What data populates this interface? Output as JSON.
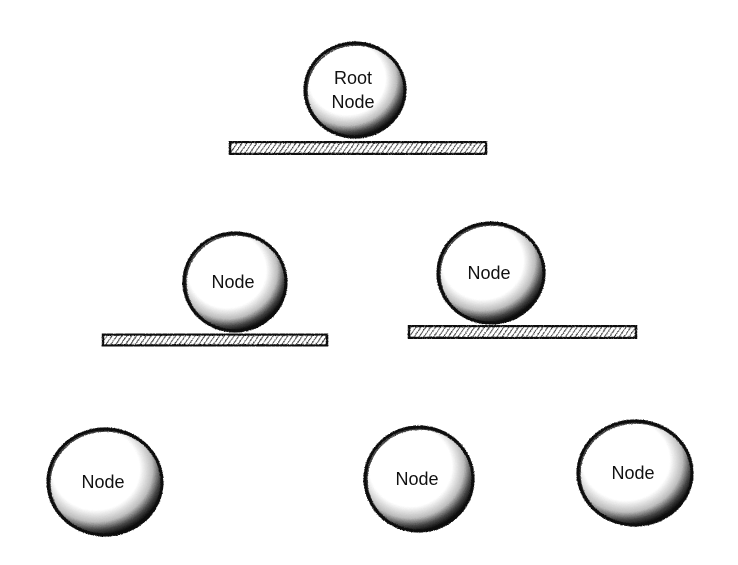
{
  "diagram": {
    "type": "tree",
    "nodes": [
      {
        "id": "root",
        "lines": [
          "Root",
          "Node"
        ]
      },
      {
        "id": "left",
        "lines": [
          "Node"
        ],
        "parent": "root"
      },
      {
        "id": "right",
        "lines": [
          "Node"
        ],
        "parent": "root"
      },
      {
        "id": "left-child",
        "lines": [
          "Node"
        ],
        "parent": "left"
      },
      {
        "id": "right-child-1",
        "lines": [
          "Node"
        ],
        "parent": "right"
      },
      {
        "id": "right-child-2",
        "lines": [
          "Node"
        ],
        "parent": "right"
      }
    ]
  },
  "colors": {
    "ink": "#111111",
    "paper": "#ffffff",
    "shade": "#3a3a3a"
  }
}
